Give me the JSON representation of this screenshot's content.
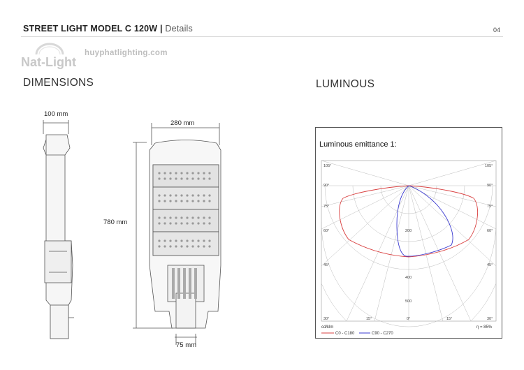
{
  "header": {
    "title": "STREET LIGHT MODEL C 120W |",
    "subtitle": "Details",
    "page_number": "04"
  },
  "brand": {
    "logo_text": "Nat-Light",
    "website": "huyphatlighting.com",
    "logo_color": "#c8c8c8"
  },
  "sections": {
    "dimensions": "DIMENSIONS",
    "luminous": "LUMINOUS"
  },
  "dimensions": {
    "side_width": "100 mm",
    "front_width": "280 mm",
    "height": "780 mm",
    "pole_width": "75 mm"
  },
  "luminous": {
    "title": "Luminous emittance 1:",
    "unit": "cd/klm",
    "efficiency": "η = 85%",
    "angle_labels_left": [
      "105°",
      "90°",
      "75°",
      "60°",
      "45°",
      "30°"
    ],
    "angle_labels_right": [
      "105°",
      "90°",
      "75°",
      "60°",
      "45°",
      "30°"
    ],
    "bottom_labels": [
      "30°",
      "15°",
      "0°",
      "15°",
      "30°"
    ],
    "radial_labels": [
      "200",
      "400",
      "500"
    ],
    "legend": [
      {
        "name": "C0 - C180",
        "color": "#d94040"
      },
      {
        "name": "C90 - C270",
        "color": "#3a3ad0"
      }
    ]
  }
}
